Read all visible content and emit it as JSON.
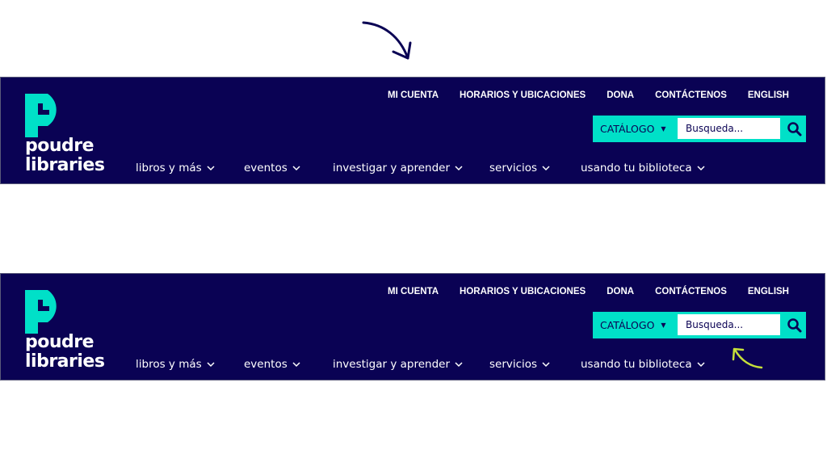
{
  "headers": [
    {
      "logo": {
        "line1": "poudre",
        "line2": "libraries"
      },
      "top_links": [
        "MI CUENTA",
        "HORARIOS Y UBICACIONES",
        "DONA",
        "CONTÁCTENOS",
        "ENGLISH"
      ],
      "catalog_label": "CATÁLOGO",
      "search_placeholder": "Busqueda...",
      "nav": [
        "libros y más",
        "eventos",
        "investigar y aprender",
        "servicios",
        "usando tu biblioteca"
      ]
    },
    {
      "logo": {
        "line1": "poudre",
        "line2": "libraries"
      },
      "top_links": [
        "MI CUENTA",
        "HORARIOS Y UBICACIONES",
        "DONA",
        "CONTÁCTENOS",
        "ENGLISH"
      ],
      "catalog_label": "CATÁLOGO",
      "search_placeholder": "Busqueda...",
      "nav": [
        "libros y más",
        "eventos",
        "investigar y aprender",
        "servicios",
        "usando tu biblioteca"
      ]
    }
  ],
  "colors": {
    "navy": "#0a0254",
    "teal": "#00e0c8",
    "annotation_lime": "#c6e03a"
  }
}
